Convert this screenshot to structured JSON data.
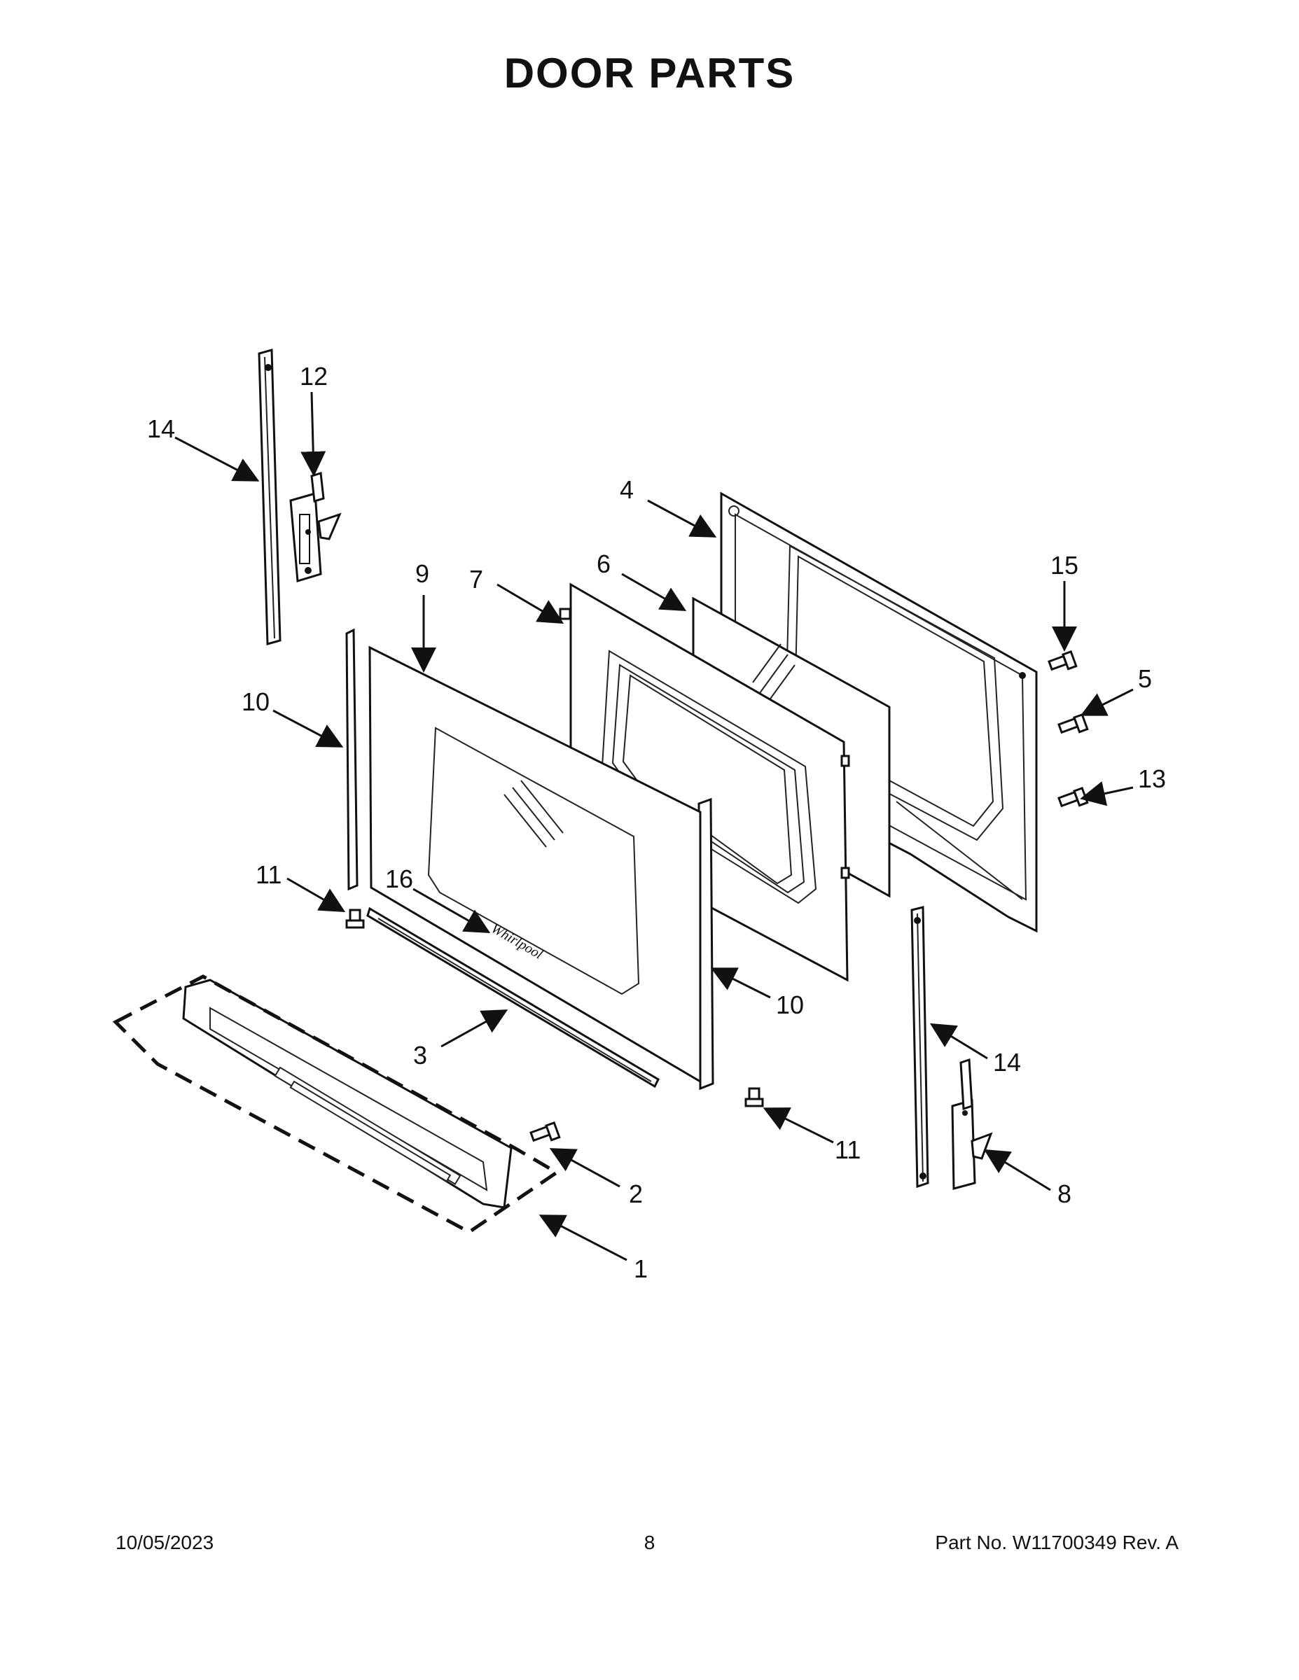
{
  "title": "DOOR PARTS",
  "footer": {
    "date": "10/05/2023",
    "page": "8",
    "part_no": "Part No.  W11700349  Rev.  A"
  },
  "callouts": {
    "c1": "1",
    "c2": "2",
    "c3": "3",
    "c4": "4",
    "c5": "5",
    "c6": "6",
    "c7": "7",
    "c8": "8",
    "c9": "9",
    "c10a": "10",
    "c10b": "10",
    "c11a": "11",
    "c11b": "11",
    "c12": "12",
    "c13": "13",
    "c14a": "14",
    "c14b": "14",
    "c15": "15",
    "c16": "16"
  },
  "logo_text": "Whirlpool"
}
